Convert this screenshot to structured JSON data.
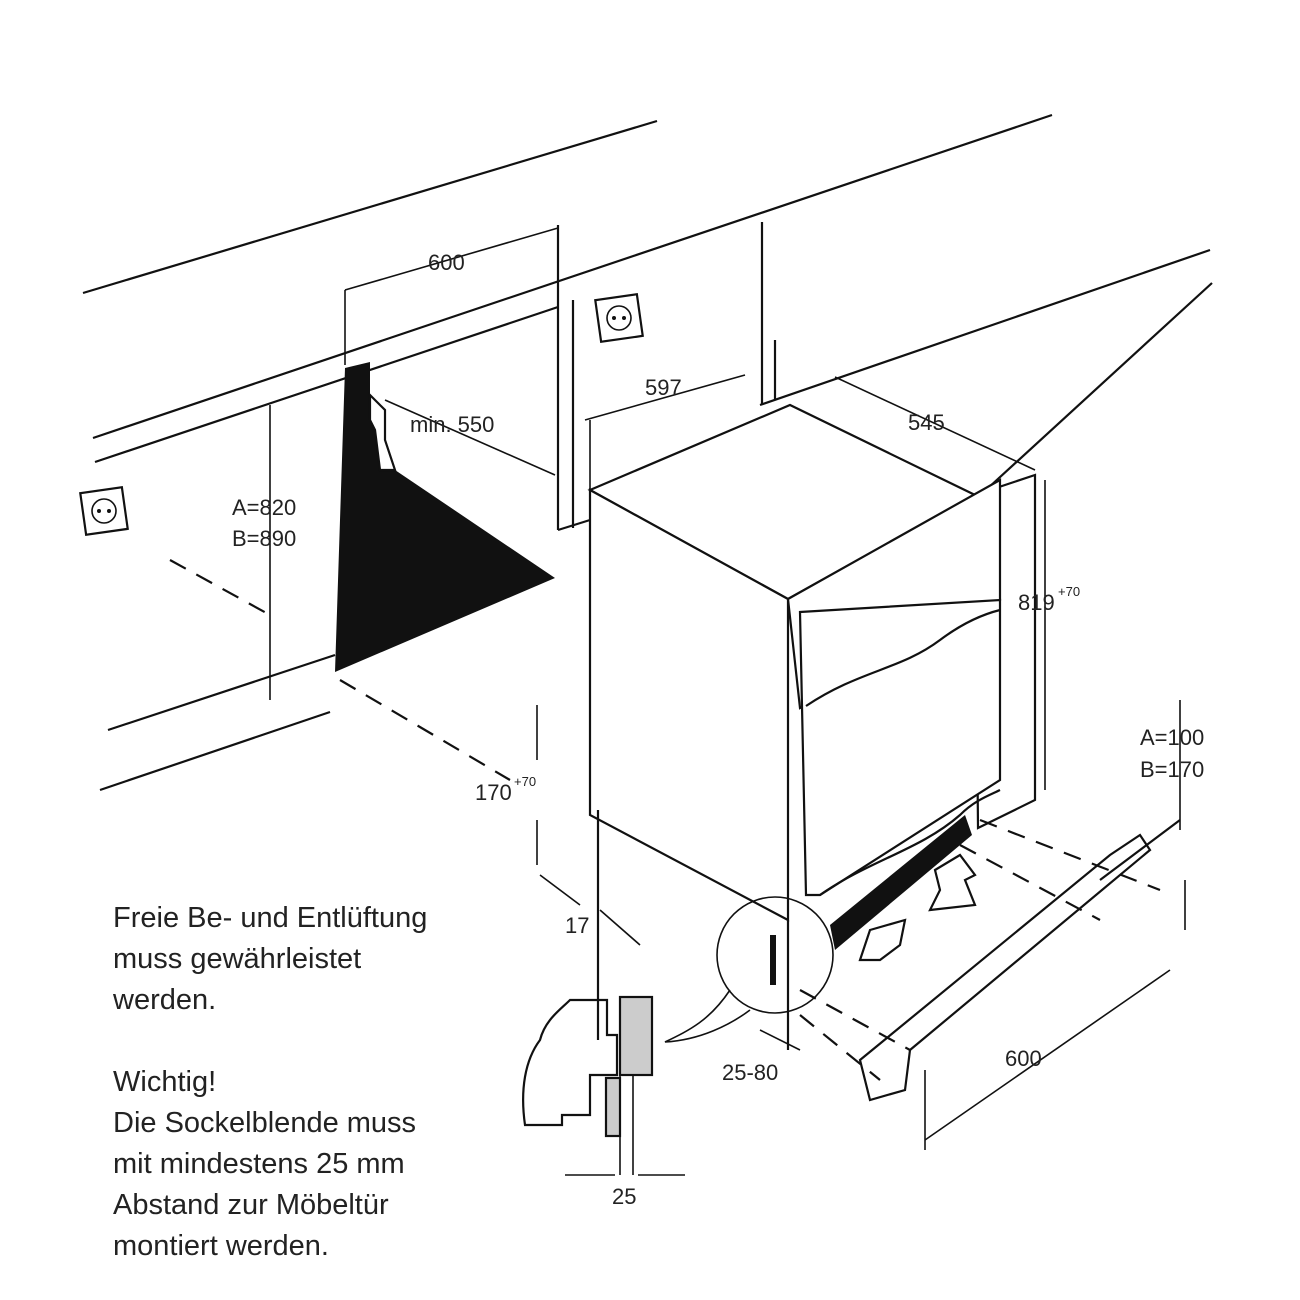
{
  "dimensions": {
    "niche_width": "600",
    "appliance_width": "597",
    "min_depth": "min. 550",
    "appliance_depth": "545",
    "niche_height_a": "A=820",
    "niche_height_b": "B=890",
    "appliance_height": "819",
    "appliance_height_tol": "+70",
    "plinth_a": "A=100",
    "plinth_b": "B=170",
    "plinth_height": "170",
    "plinth_height_tol": "+70",
    "side_offset": "17",
    "door_gap": "25-80",
    "plinth_width": "600",
    "min_distance": "25"
  },
  "notes": {
    "ventilation": [
      "Freie Be- und Entlüftung",
      "muss gewährleistet",
      "werden."
    ],
    "important": [
      "Wichtig!",
      "Die Sockelblende muss",
      "mit mindestens 25 mm",
      "Abstand zur Möbeltür",
      "montiert werden."
    ]
  }
}
